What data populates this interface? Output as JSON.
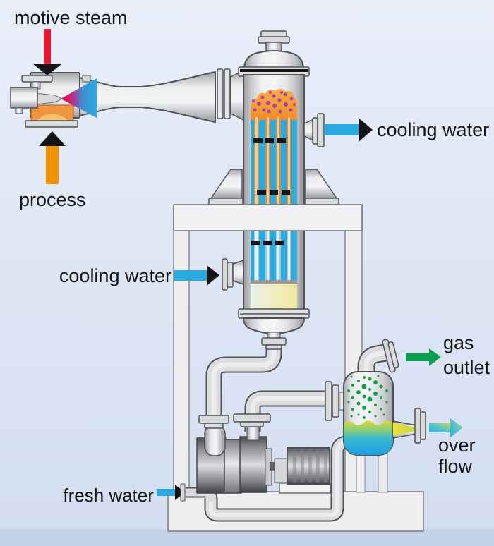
{
  "diagram_title": "steam ejector vacuum system with condenser, liquid ring pump and gas separator",
  "labels": {
    "motive_steam": "motive steam",
    "process": "process",
    "cooling_water_out": "cooling water",
    "cooling_water_in": "cooling water",
    "gas_line1": "gas",
    "gas_line2": "outlet",
    "overflow_line1": "over",
    "overflow_line2": "flow",
    "fresh_water": "fresh water"
  },
  "colors": {
    "steam_red": "#e8192c",
    "process_orange": "#f39200",
    "water_blue": "#29abe2",
    "gas_green": "#0aa04f",
    "arrow_black": "#141414",
    "overflow_cyan": "#2fb0da",
    "overflow_yellow": "#cbda4e",
    "foam_orange": "#f49a3a",
    "droplet_purple": "#a8449e",
    "bubble_green": "#12a04c"
  }
}
